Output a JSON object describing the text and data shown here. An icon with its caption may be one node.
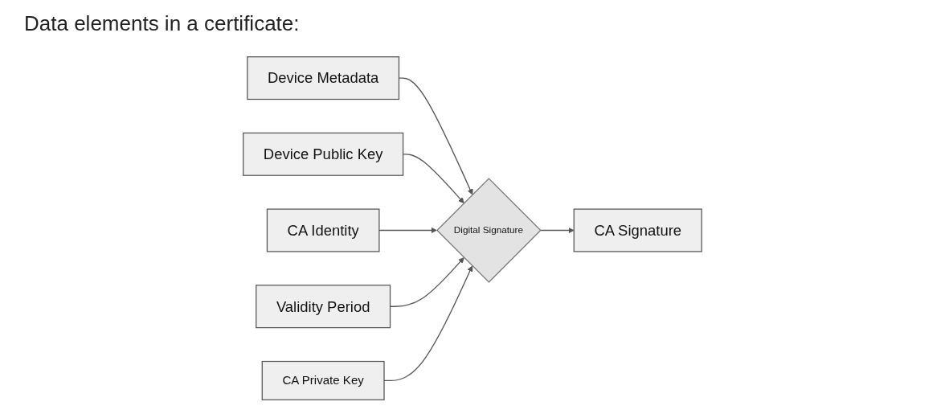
{
  "diagram": {
    "title": "Data elements in a certificate:",
    "nodes": [
      {
        "text": [
          "Device Metadata"
        ]
      },
      {
        "text": [
          "Device Public Key"
        ]
      },
      {
        "text": [
          "CA Identity"
        ]
      },
      {
        "text": [
          "Validity Period"
        ]
      },
      {
        "text": [
          "CA Signature"
        ]
      },
      {
        "text": [
          "CA Private Key"
        ]
      },
      {
        "text": [
          "Digital Signature"
        ]
      }
    ],
    "edges": [
      {
        "from": 0,
        "to": 6,
        "arrow": "to"
      },
      {
        "from": 1,
        "to": 6,
        "arrow": "to"
      },
      {
        "from": 2,
        "to": 6,
        "arrow": "to"
      },
      {
        "from": 3,
        "to": 6,
        "arrow": "to"
      },
      {
        "from": 5,
        "to": 6,
        "arrow": "to"
      },
      {
        "from": 6,
        "to": 4,
        "arrow": "to"
      }
    ]
  }
}
